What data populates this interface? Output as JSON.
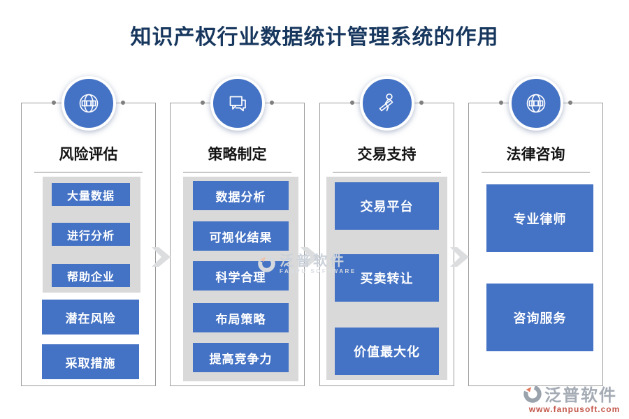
{
  "title": "知识产权行业数据统计管理系统的作用",
  "columns": [
    {
      "header": "风险评估",
      "icon": "globe-icon",
      "boxed_items": [
        "大量数据",
        "进行分析",
        "帮助企业"
      ],
      "loose_items": [
        "潜在风险",
        "采取措施"
      ]
    },
    {
      "header": "策略制定",
      "icon": "chat-bubbles-icon",
      "boxed_items": [
        "数据分析",
        "可视化结果",
        "科学合理",
        "布局策略",
        "提高竞争力"
      ],
      "loose_items": []
    },
    {
      "header": "交易支持",
      "icon": "person-icon",
      "boxed_items": [
        "交易平台",
        "买卖转让",
        "价值最大化"
      ],
      "loose_items": []
    },
    {
      "header": "法律咨询",
      "icon": "globe-icon",
      "boxed_items": [],
      "loose_items": [
        "专业律师",
        "咨询服务"
      ]
    }
  ],
  "watermark": {
    "brand": "泛普软件",
    "brand_en": "FANPU SOFTWARE"
  },
  "footer": {
    "brand": "泛普软件",
    "url": "www.fanpusoft.com"
  },
  "colors": {
    "accent_blue": "#4472C4",
    "title_blue": "#17375E",
    "panel_gray": "#D9D9D9",
    "border_gray": "#9B9B9B",
    "url_red": "#C4564A"
  }
}
